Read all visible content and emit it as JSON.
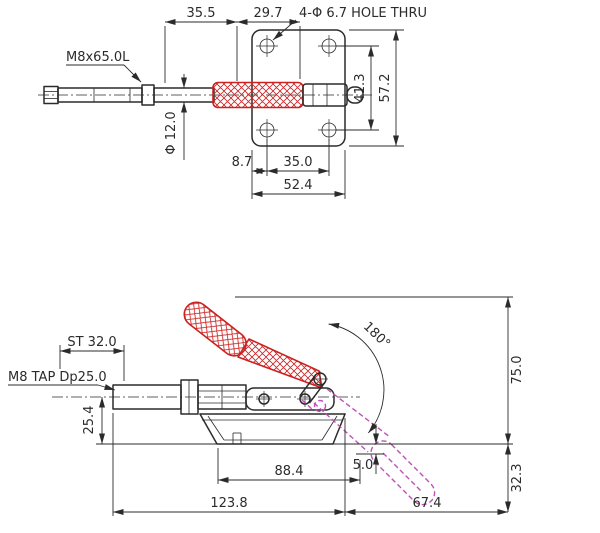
{
  "title": "toggle-clamp-technical-drawing",
  "colors": {
    "line": "#2b2b2b",
    "red": "#cc2222",
    "magenta": "#c050b8",
    "bg": "#ffffff"
  },
  "top_view": {
    "dim_35_5": "35.5",
    "dim_29_7": "29.7",
    "hole_note": "4-Φ 6.7 HOLE THRU",
    "thread_label": "M8x65.0L",
    "dim_41_3": "41.3",
    "dim_57_2": "57.2",
    "dim_dia_12": "Φ 12.0",
    "dim_8_7": "8.7",
    "dim_35_0": "35.0",
    "dim_52_4": "52.4"
  },
  "side_view": {
    "dim_st": "ST 32.0",
    "tap_label": "M8 TAP Dp25.0",
    "dim_25_4": "25.4",
    "dim_180": "180°",
    "dim_75_0": "75.0",
    "dim_5_0": "5.0",
    "dim_88_4": "88.4",
    "dim_32_3": "32.3",
    "dim_123_8": "123.8",
    "dim_67_4": "67.4"
  }
}
